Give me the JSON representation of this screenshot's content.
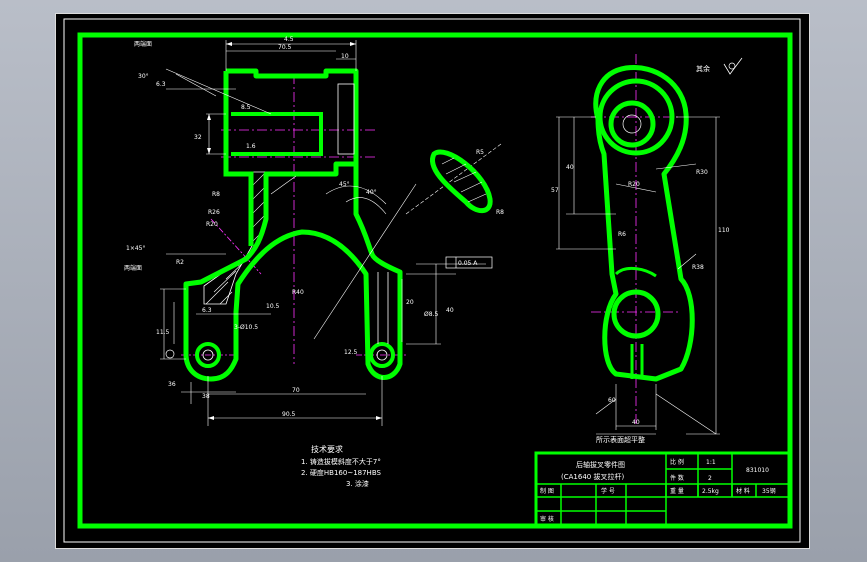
{
  "dimensions": {
    "top_total": "4.5",
    "top_width": "70.5",
    "rib_width": "10",
    "angle_left": "30°",
    "finish_left": "6.3",
    "dim_8_5": "8.5",
    "dim_1_6": "1.6",
    "dim_a": "32",
    "dim_b": "R26",
    "dim_c": "R20",
    "dim_chamfer": "1×45°",
    "dim_d": "R2",
    "dim_e": "R8",
    "dim_f": "6.3",
    "dim_g": "10.5",
    "dim_h": "3-Ø10.5",
    "dim_i": "R40",
    "dim_j": "45°",
    "dim_k": "40°",
    "dim_l": "12.5",
    "dim_m": "20",
    "dim_n": "Ø8.5",
    "dim_o": "38",
    "dim_p": "70",
    "dim_q": "90.5",
    "dim_r": "11.5",
    "dim_s": "36",
    "dim_t": "40",
    "tol_frame": "0.05 A",
    "section_r": "R5",
    "section_r2": "R8",
    "right_57": "57",
    "right_40": "40",
    "right_110": "110",
    "right_r20": "R20",
    "right_r30": "R30",
    "right_60": "60",
    "right_40b": "40",
    "right_r38": "R38",
    "right_r6": "R6"
  },
  "labels": {
    "finish_mark": "其余",
    "section_caption": "所示表面超平整",
    "tech_title": "技术要求",
    "tech_1": "1. 铸造拔模斜度不大于7°",
    "tech_2": "2. 硬度HB160~187HBS",
    "tech_3": "3. 涂漆",
    "left_note": "两端面",
    "left_note2": "两端面"
  },
  "title_block": {
    "part_name_1": "后轴拔叉零件图",
    "part_name_2": "(CA1640 拔叉拉杆)",
    "scale_label": "比 例",
    "scale_value": "1:1",
    "qty_label": "件 数",
    "qty_value": "2",
    "drawing_no": "831010",
    "weight_label": "重 量",
    "weight_value": "2.5kg",
    "material_label": "材 料",
    "material_value": "35钢",
    "draw_label": "制 图",
    "date_label": "学 号",
    "check_label": "审 核"
  }
}
